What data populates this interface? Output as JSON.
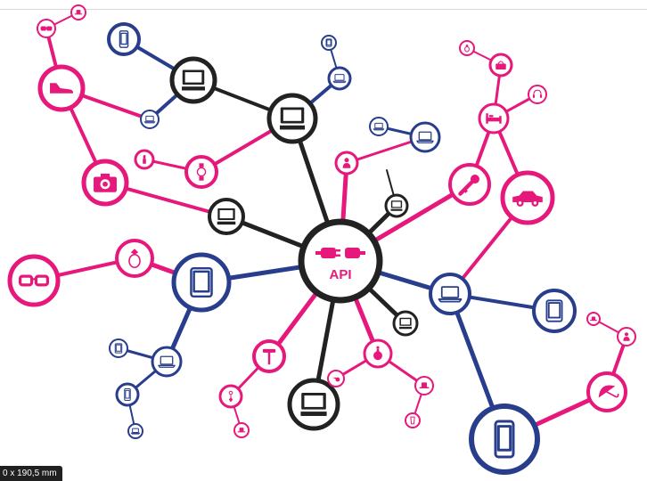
{
  "colors": {
    "magenta": "#e6187b",
    "navy": "#283e8c",
    "charcoal": "#222222",
    "background": "#ffffff"
  },
  "hub": {
    "label": "API",
    "icon": "plug-connector-icon",
    "color": "#e6187b"
  },
  "status_bar": {
    "text": "0 x 190,5 mm"
  },
  "nodes": [
    {
      "id": "api-hub",
      "icon": "plug-connector-icon",
      "color": "charcoal"
    },
    {
      "id": "computer-top",
      "icon": "desktop-computer-icon",
      "color": "charcoal"
    },
    {
      "id": "computer-upper-left",
      "icon": "desktop-computer-icon",
      "color": "charcoal"
    },
    {
      "id": "computer-mid-left",
      "icon": "desktop-computer-icon",
      "color": "charcoal"
    },
    {
      "id": "computer-bottom",
      "icon": "desktop-computer-icon",
      "color": "charcoal"
    },
    {
      "id": "pc-small-right",
      "icon": "desktop-computer-icon",
      "color": "charcoal"
    },
    {
      "id": "pc-small-upper",
      "icon": "desktop-computer-icon",
      "color": "charcoal"
    },
    {
      "id": "tablet-left",
      "icon": "tablet-icon",
      "color": "navy"
    },
    {
      "id": "laptop-right",
      "icon": "laptop-icon",
      "color": "navy"
    },
    {
      "id": "smartphone-bottom",
      "icon": "smartphone-icon",
      "color": "navy"
    },
    {
      "id": "tablet-far-right",
      "icon": "tablet-icon",
      "color": "navy"
    },
    {
      "id": "phone-top",
      "icon": "smartphone-icon",
      "color": "navy"
    },
    {
      "id": "laptop-top-small",
      "icon": "laptop-icon",
      "color": "navy"
    },
    {
      "id": "tablet-top-tiny",
      "icon": "tablet-icon",
      "color": "navy"
    },
    {
      "id": "laptop-upper-left",
      "icon": "laptop-icon",
      "color": "navy"
    },
    {
      "id": "laptop-mid-right",
      "icon": "laptop-icon",
      "color": "navy"
    },
    {
      "id": "laptop-upper-right-small",
      "icon": "laptop-icon",
      "color": "navy"
    },
    {
      "id": "laptop-lower-left",
      "icon": "laptop-icon",
      "color": "navy"
    },
    {
      "id": "tablet-lower-left-small",
      "icon": "tablet-icon",
      "color": "navy"
    },
    {
      "id": "phone-lower-left",
      "icon": "smartphone-icon",
      "color": "navy"
    },
    {
      "id": "laptop-lower-left-tiny",
      "icon": "laptop-icon",
      "color": "navy"
    },
    {
      "id": "glasses-left",
      "icon": "eyeglasses-icon",
      "color": "magenta"
    },
    {
      "id": "ring-left",
      "icon": "ring-icon",
      "color": "magenta"
    },
    {
      "id": "camera-left",
      "icon": "camera-icon",
      "color": "magenta"
    },
    {
      "id": "shoe-top-left",
      "icon": "shoe-icon",
      "color": "magenta"
    },
    {
      "id": "sunglasses-top-left",
      "icon": "sunglasses-icon",
      "color": "magenta"
    },
    {
      "id": "hat-top-left",
      "icon": "hat-icon",
      "color": "magenta"
    },
    {
      "id": "watch-mid-left",
      "icon": "watch-icon",
      "color": "magenta"
    },
    {
      "id": "lipstick-mid-left",
      "icon": "lipstick-icon",
      "color": "magenta"
    },
    {
      "id": "car-right",
      "icon": "car-icon",
      "color": "magenta"
    },
    {
      "id": "key-right",
      "icon": "key-icon",
      "color": "magenta"
    },
    {
      "id": "bed-upper-right",
      "icon": "bed-icon",
      "color": "magenta"
    },
    {
      "id": "bag-upper-right",
      "icon": "handbag-icon",
      "color": "magenta"
    },
    {
      "id": "headphones-upper-right",
      "icon": "headphones-icon",
      "color": "magenta"
    },
    {
      "id": "ring-top-right",
      "icon": "ring-icon",
      "color": "magenta"
    },
    {
      "id": "user-mid",
      "icon": "person-icon",
      "color": "magenta"
    },
    {
      "id": "hammer-bottom",
      "icon": "hammer-icon",
      "color": "magenta"
    },
    {
      "id": "perfume-bottom",
      "icon": "perfume-bottle-icon",
      "color": "magenta"
    },
    {
      "id": "whistle-bottom",
      "icon": "whistle-icon",
      "color": "magenta"
    },
    {
      "id": "hat-bottom-right",
      "icon": "hat-icon",
      "color": "magenta"
    },
    {
      "id": "glass-bottom-right",
      "icon": "drinking-glass-icon",
      "color": "magenta"
    },
    {
      "id": "earring-bottom-left",
      "icon": "earring-icon",
      "color": "magenta"
    },
    {
      "id": "hat-bottom-left",
      "icon": "hat-icon",
      "color": "magenta"
    },
    {
      "id": "umbrella-bottom-right",
      "icon": "umbrella-icon",
      "color": "magenta"
    },
    {
      "id": "person-far-right",
      "icon": "person-icon",
      "color": "magenta"
    },
    {
      "id": "hat-far-right",
      "icon": "hat-icon",
      "color": "magenta"
    }
  ],
  "edges": [
    {
      "from": "api-hub",
      "to": "computer-top",
      "color": "charcoal"
    },
    {
      "from": "api-hub",
      "to": "computer-mid-left",
      "color": "charcoal"
    },
    {
      "from": "api-hub",
      "to": "computer-bottom",
      "color": "charcoal"
    },
    {
      "from": "api-hub",
      "to": "pc-small-right",
      "color": "charcoal"
    },
    {
      "from": "api-hub",
      "to": "pc-small-upper",
      "color": "charcoal"
    },
    {
      "from": "api-hub",
      "to": "tablet-left",
      "color": "navy"
    },
    {
      "from": "api-hub",
      "to": "laptop-right",
      "color": "navy"
    },
    {
      "from": "api-hub",
      "to": "key-right",
      "color": "magenta"
    },
    {
      "from": "api-hub",
      "to": "user-mid",
      "color": "magenta"
    },
    {
      "from": "api-hub",
      "to": "hammer-bottom",
      "color": "magenta"
    },
    {
      "from": "api-hub",
      "to": "perfume-bottom",
      "color": "magenta"
    },
    {
      "from": "computer-top",
      "to": "computer-upper-left",
      "color": "charcoal"
    },
    {
      "from": "computer-top",
      "to": "laptop-top-small",
      "color": "navy"
    },
    {
      "from": "computer-top",
      "to": "watch-mid-left",
      "color": "magenta"
    },
    {
      "from": "computer-upper-left",
      "to": "phone-top",
      "color": "navy"
    },
    {
      "from": "computer-upper-left",
      "to": "laptop-upper-left",
      "color": "navy"
    },
    {
      "from": "laptop-top-small",
      "to": "tablet-top-tiny",
      "color": "navy"
    },
    {
      "from": "watch-mid-left",
      "to": "lipstick-mid-left",
      "color": "magenta"
    },
    {
      "from": "computer-mid-left",
      "to": "camera-left",
      "color": "magenta"
    },
    {
      "from": "camera-left",
      "to": "shoe-top-left",
      "color": "magenta"
    },
    {
      "from": "shoe-top-left",
      "to": "sunglasses-top-left",
      "color": "magenta"
    },
    {
      "from": "shoe-top-left",
      "to": "laptop-upper-left",
      "color": "magenta"
    },
    {
      "from": "sunglasses-top-left",
      "to": "hat-top-left",
      "color": "magenta"
    },
    {
      "from": "tablet-left",
      "to": "ring-left",
      "color": "magenta"
    },
    {
      "from": "ring-left",
      "to": "glasses-left",
      "color": "magenta"
    },
    {
      "from": "tablet-left",
      "to": "laptop-lower-left",
      "color": "navy"
    },
    {
      "from": "laptop-lower-left",
      "to": "tablet-lower-left-small",
      "color": "navy"
    },
    {
      "from": "laptop-lower-left",
      "to": "phone-lower-left",
      "color": "navy"
    },
    {
      "from": "phone-lower-left",
      "to": "laptop-lower-left-tiny",
      "color": "navy"
    },
    {
      "from": "laptop-right",
      "to": "tablet-far-right",
      "color": "navy"
    },
    {
      "from": "laptop-right",
      "to": "smartphone-bottom",
      "color": "navy"
    },
    {
      "from": "laptop-right",
      "to": "car-right",
      "color": "magenta"
    },
    {
      "from": "car-right",
      "to": "bed-upper-right",
      "color": "magenta"
    },
    {
      "from": "key-right",
      "to": "bed-upper-right",
      "color": "magenta"
    },
    {
      "from": "bed-upper-right",
      "to": "bag-upper-right",
      "color": "magenta"
    },
    {
      "from": "bed-upper-right",
      "to": "headphones-upper-right",
      "color": "magenta"
    },
    {
      "from": "bag-upper-right",
      "to": "ring-top-right",
      "color": "magenta"
    },
    {
      "from": "user-mid",
      "to": "laptop-mid-right",
      "color": "magenta"
    },
    {
      "from": "laptop-mid-right",
      "to": "laptop-upper-right-small",
      "color": "navy"
    },
    {
      "from": "pc-small-upper",
      "to": "pc-small-upper-2",
      "color": "charcoal"
    },
    {
      "from": "hammer-bottom",
      "to": "earring-bottom-left",
      "color": "magenta"
    },
    {
      "from": "earring-bottom-left",
      "to": "hat-bottom-left",
      "color": "magenta"
    },
    {
      "from": "perfume-bottom",
      "to": "whistle-bottom",
      "color": "magenta"
    },
    {
      "from": "perfume-bottom",
      "to": "hat-bottom-right",
      "color": "magenta"
    },
    {
      "from": "hat-bottom-right",
      "to": "glass-bottom-right",
      "color": "magenta"
    },
    {
      "from": "smartphone-bottom",
      "to": "umbrella-bottom-right",
      "color": "magenta"
    },
    {
      "from": "umbrella-bottom-right",
      "to": "person-far-right",
      "color": "magenta"
    },
    {
      "from": "person-far-right",
      "to": "hat-far-right",
      "color": "magenta"
    }
  ]
}
